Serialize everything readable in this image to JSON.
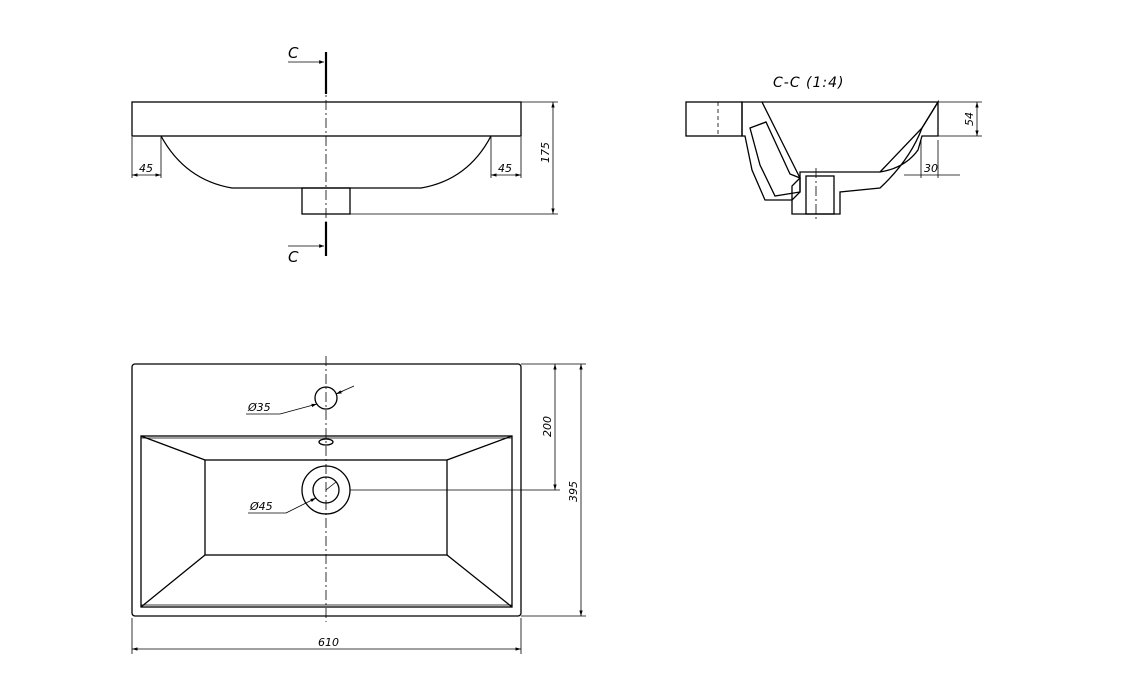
{
  "cut_marker": {
    "label": "C"
  },
  "section": {
    "title": "C-C (1:4)"
  },
  "dimensions": {
    "side_left_offset": "45",
    "side_right_offset": "45",
    "height": "175",
    "section_height": "54",
    "section_offset": "30",
    "overflow_diameter": "Ø35",
    "drain_diameter": "Ø45",
    "drain_depth": "200",
    "depth": "395",
    "width": "610"
  }
}
